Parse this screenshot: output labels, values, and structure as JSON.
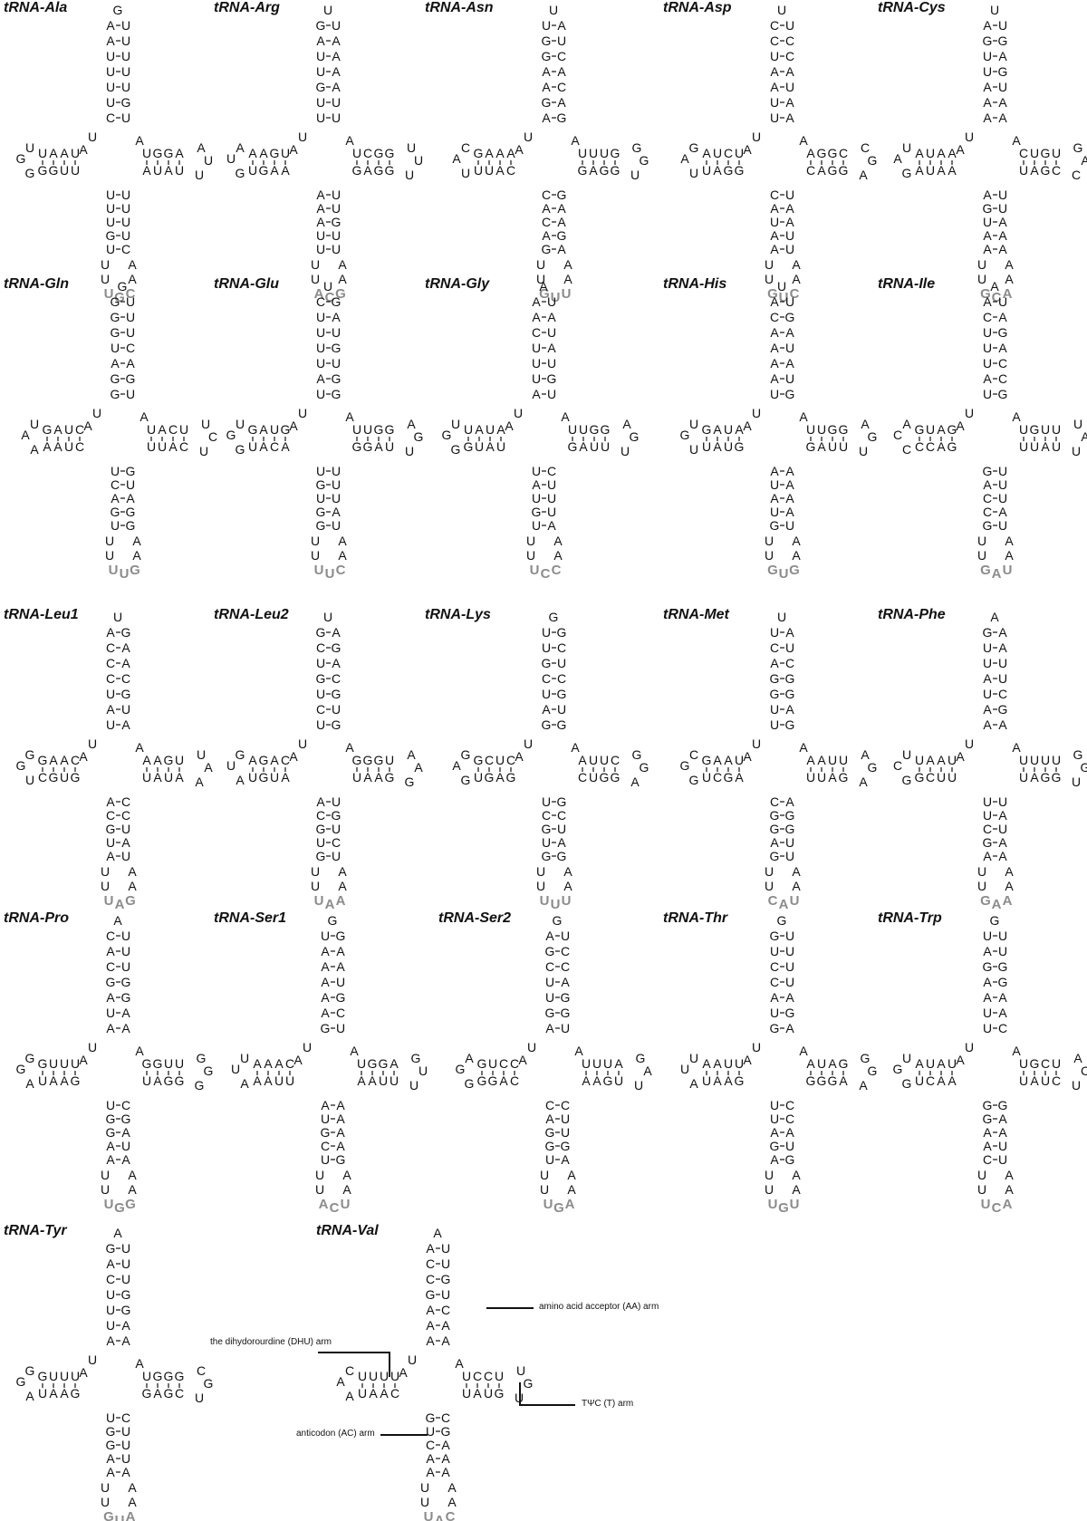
{
  "panels": [
    {
      "id": "ala",
      "name": "tRNA-Ala",
      "acceptor": "GAAUUUUC",
      "pairs": "UUUUUG",
      "anticodon": "UGC",
      "dhu": "UAAUUGG",
      "tpsi": "UGGAUA"
    },
    {
      "id": "arg",
      "name": "tRNA-Arg",
      "acceptor": "UGAUUGU",
      "pairs": "UAAAAU",
      "anticodon": "ACG",
      "dhu": "AAGU",
      "tpsi": "UCGGAGGCUU"
    },
    {
      "id": "asn",
      "name": "tRNA-Asn",
      "acceptor": "UUGGAAGA",
      "pairs": "AUCACAGCU",
      "anticodon": "GUU",
      "dhu": "GAAACAUU",
      "tpsi": "UUUGAGG"
    },
    {
      "id": "asp",
      "name": "tRNA-Asp",
      "acceptor": "UCCUAAUU",
      "pairs": "UCCAUAAUGU",
      "anticodon": "GUC",
      "dhu": "AUCUGAUGGAU",
      "tpsi": "AGGC"
    },
    {
      "id": "cys",
      "name": "tRNA-Cys",
      "acceptor": "UAGUUAAA",
      "pairs": "UGAGUAAAUUUUCGA",
      "anticodon": "GCA",
      "dhu": "AUAAUA",
      "tpsi": "CUGUAG"
    },
    {
      "id": "gln",
      "name": "tRNA-Gln",
      "acceptor": "GGGGUAG",
      "pairs": "UUUCAGUAAC",
      "anticodon": "UUG",
      "dhu": "GAUCUAA",
      "tpsi": "UACU"
    },
    {
      "id": "glu",
      "name": "tRNA-Glu",
      "acceptor": "UCUUUUA",
      "pairs": "GAUGUGG",
      "anticodon": "UUC",
      "dhu": "GAUGUGGACAU",
      "tpsi": "UUGGGA"
    },
    {
      "id": "gly",
      "name": "tRNA-Gly",
      "acceptor": "AAACUUU",
      "pairs": "UAUAUG",
      "anticodon": "UCC",
      "dhu": "UAUAUG",
      "tpsi": "UUGGA"
    },
    {
      "id": "his",
      "name": "tRNA-His",
      "acceptor": "UACAAAA",
      "pairs": "UGAUAUG",
      "anticodon": "GUG",
      "dhu": "GAUAUGUGGUAU",
      "tpsi": "UUGGA"
    },
    {
      "id": "ile",
      "name": "tRNA-Ile",
      "acceptor": "AACUUUAU",
      "pairs": "UAGACCGAUA",
      "anticodon": "GAU",
      "dhu": "GUAGACC",
      "tpsi": "UGUUUAU"
    },
    {
      "id": "leu1",
      "name": "tRNA-Leu1",
      "acceptor": "UACCCUA",
      "pairs": "GAACGUAG",
      "anticodon": "UAG",
      "dhu": "GAACGGUGC",
      "tpsi": "AAGUAU"
    },
    {
      "id": "leu2",
      "name": "tRNA-Leu2",
      "acceptor": "UGCUGUC",
      "pairs": "AGACGUG",
      "anticodon": "UAA",
      "dhu": "AGACGUAUGU",
      "tpsi": "GGGUAA"
    },
    {
      "id": "lys",
      "name": "tRNA-Lys",
      "acceptor": "GUUGCUA",
      "pairs": "GCUCGUGAGU",
      "anticodon": "UUU",
      "dhu": "GCUCGAGAGU",
      "tpsi": "AUUCUGGGG"
    },
    {
      "id": "met",
      "name": "tRNA-Met",
      "acceptor": "UUCAGGUUG",
      "pairs": "AUCGGAGCU",
      "anticodon": "CAU",
      "dhu": "GAAUCGGAGCU",
      "tpsi": "AAUUUAGGA"
    },
    {
      "id": "phe",
      "name": "tRNA-Phe",
      "acceptor": "AGUUAUA",
      "pairs": "AAUUCGAAGU",
      "anticodon": "GAA",
      "dhu": "UAAUUCG",
      "tpsi": "UUUUAGG"
    },
    {
      "id": "pro",
      "name": "tRNA-Pro",
      "acceptor": "ACACGAU",
      "pairs": "UUUGGAAU",
      "anticodon": "UGG",
      "dhu": "GUUUGGAAU",
      "tpsi": "GGUUAGG"
    },
    {
      "id": "ser1",
      "name": "tRNA-Ser1",
      "acceptor": "GUAAAAA",
      "pairs": "GAAUGCUUAU",
      "anticodon": "ACU",
      "dhu": "AAACUUAA",
      "tpsi": "UGGAAUUG"
    },
    {
      "id": "ser2",
      "name": "tRNA-Ser2",
      "acceptor": "GAGCUUGA",
      "pairs": "UCCAGGUCC",
      "anticodon": "UGA",
      "dhu": "GUCCAGG",
      "tpsi": "UUUAAG"
    },
    {
      "id": "thr",
      "name": "tRNA-Thr",
      "acceptor": "GGUCCAU",
      "pairs": "UUUUAGAAU",
      "anticodon": "UGU",
      "dhu": "AAUUUUAGAAU",
      "tpsi": "AUAGGG"
    },
    {
      "id": "trp",
      "name": "tRNA-Trp",
      "acceptor": "GUAGAAUU",
      "pairs": "UUGGAACUU",
      "anticodon": "UCA",
      "dhu": "AUAUUGGAACU",
      "tpsi": "UGCUAUCA"
    },
    {
      "id": "tyr",
      "name": "tRNA-Tyr",
      "acceptor": "AGACUUU",
      "pairs": "UUUGGAAU",
      "anticodon": "GUA",
      "dhu": "GUUUGGAAU",
      "tpsi": "UGGGAGC"
    },
    {
      "id": "val",
      "name": "tRNA-Val",
      "acceptor": "AACCGAA",
      "pairs": "UUGUCAAU",
      "anticodon": "UAC",
      "dhu": "UUUUCAAU",
      "tpsi": "UCCUAUGGGU"
    }
  ],
  "annotations": {
    "aa_arm": "amino acid acceptor (AA) arm",
    "dhu_arm": "the dihydorourdine (DHU) arm",
    "t_arm": "TΨC (T) arm",
    "ac_arm": "anticodon (AC) arm"
  }
}
